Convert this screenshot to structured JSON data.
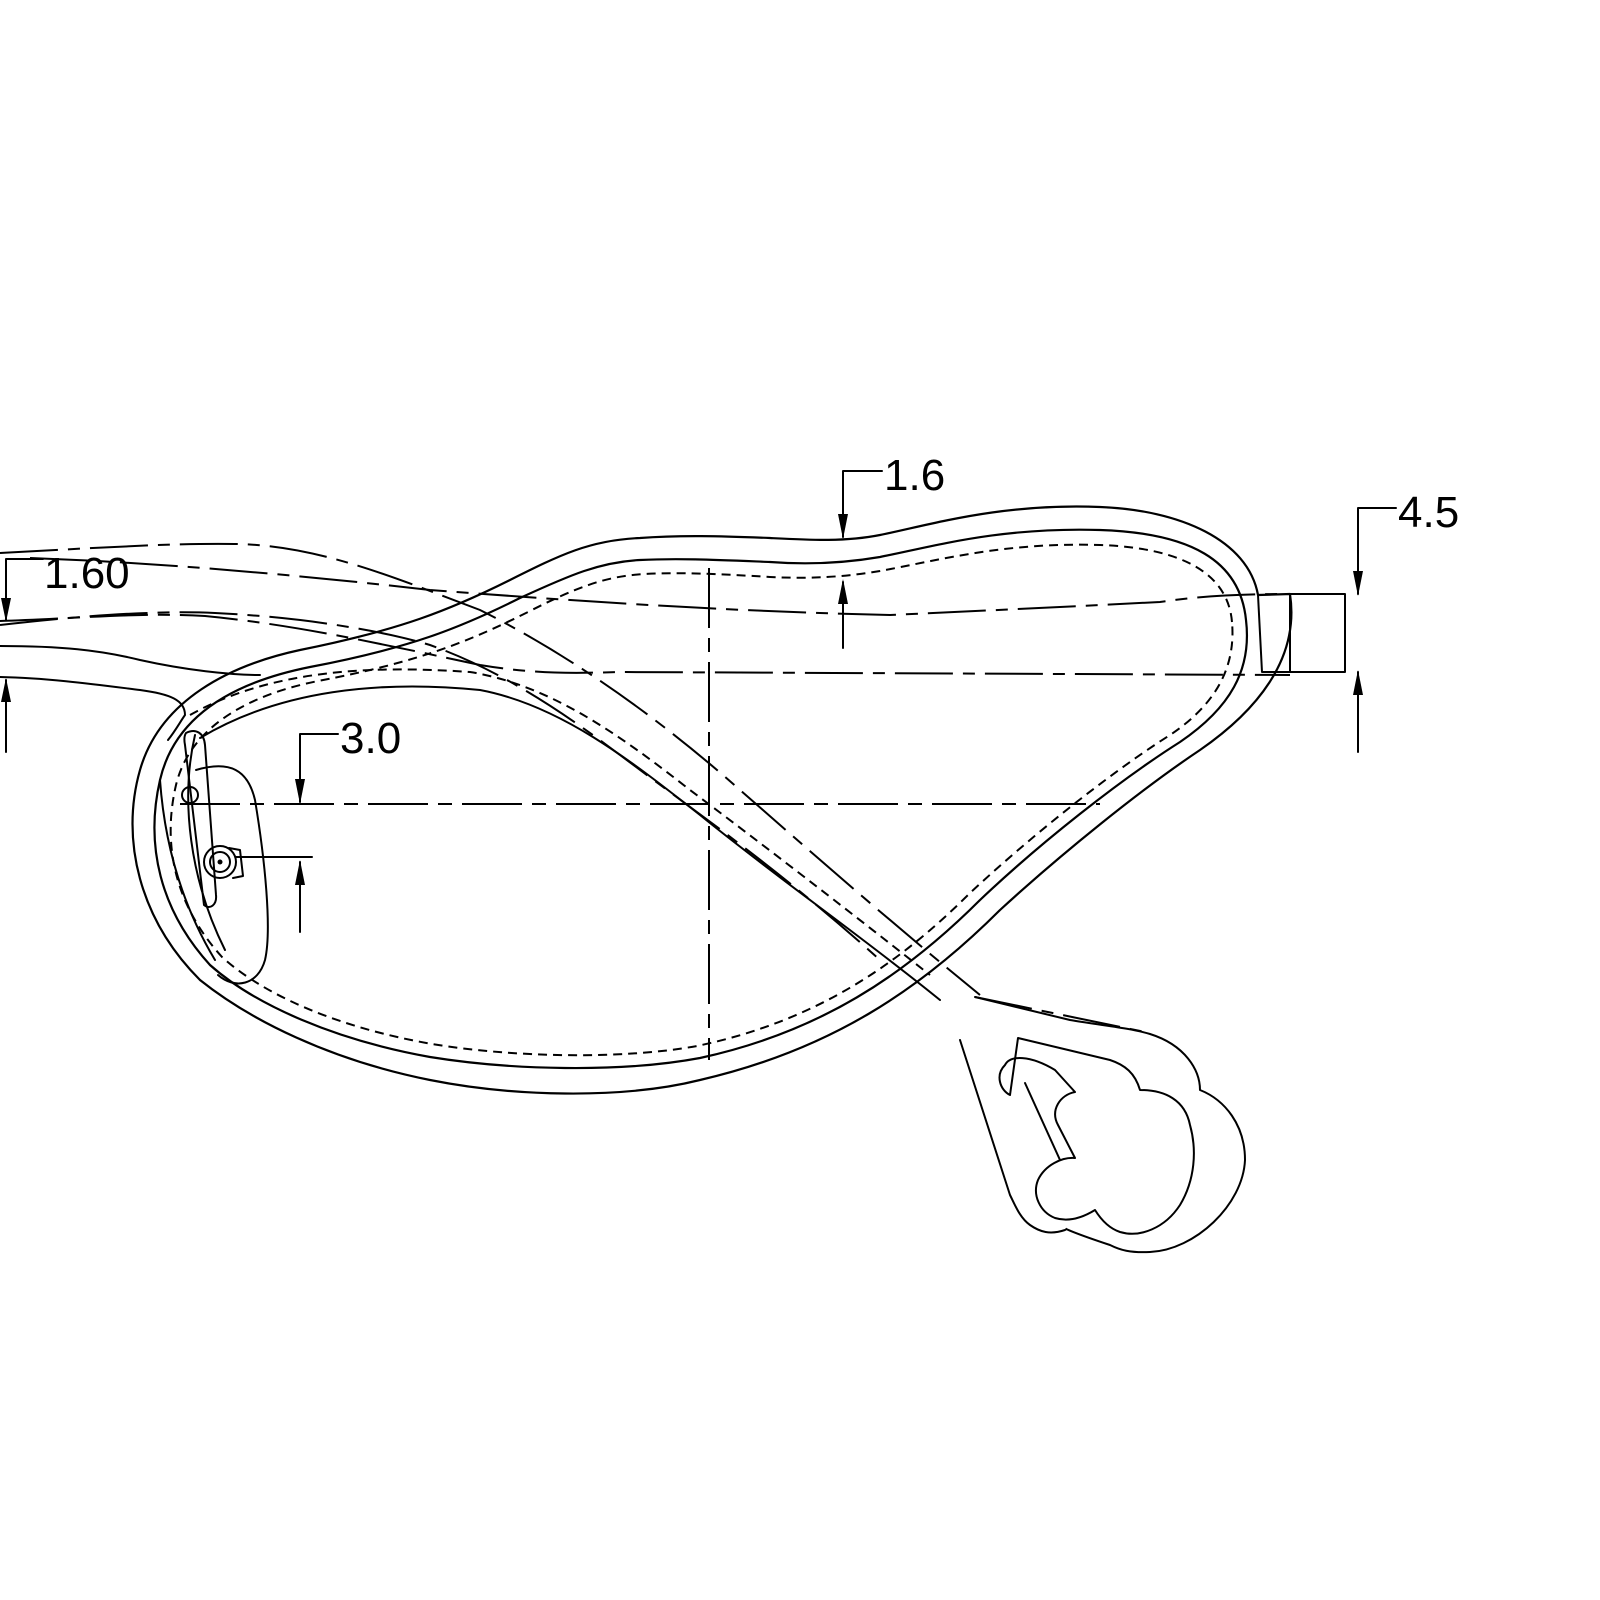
{
  "drawing": {
    "dimensions": [
      {
        "id": "dim-1-60",
        "label": "1.60"
      },
      {
        "id": "dim-1-6",
        "label": "1.6"
      },
      {
        "id": "dim-4-5",
        "label": "4.5"
      },
      {
        "id": "dim-3-0",
        "label": "3.0"
      }
    ]
  }
}
